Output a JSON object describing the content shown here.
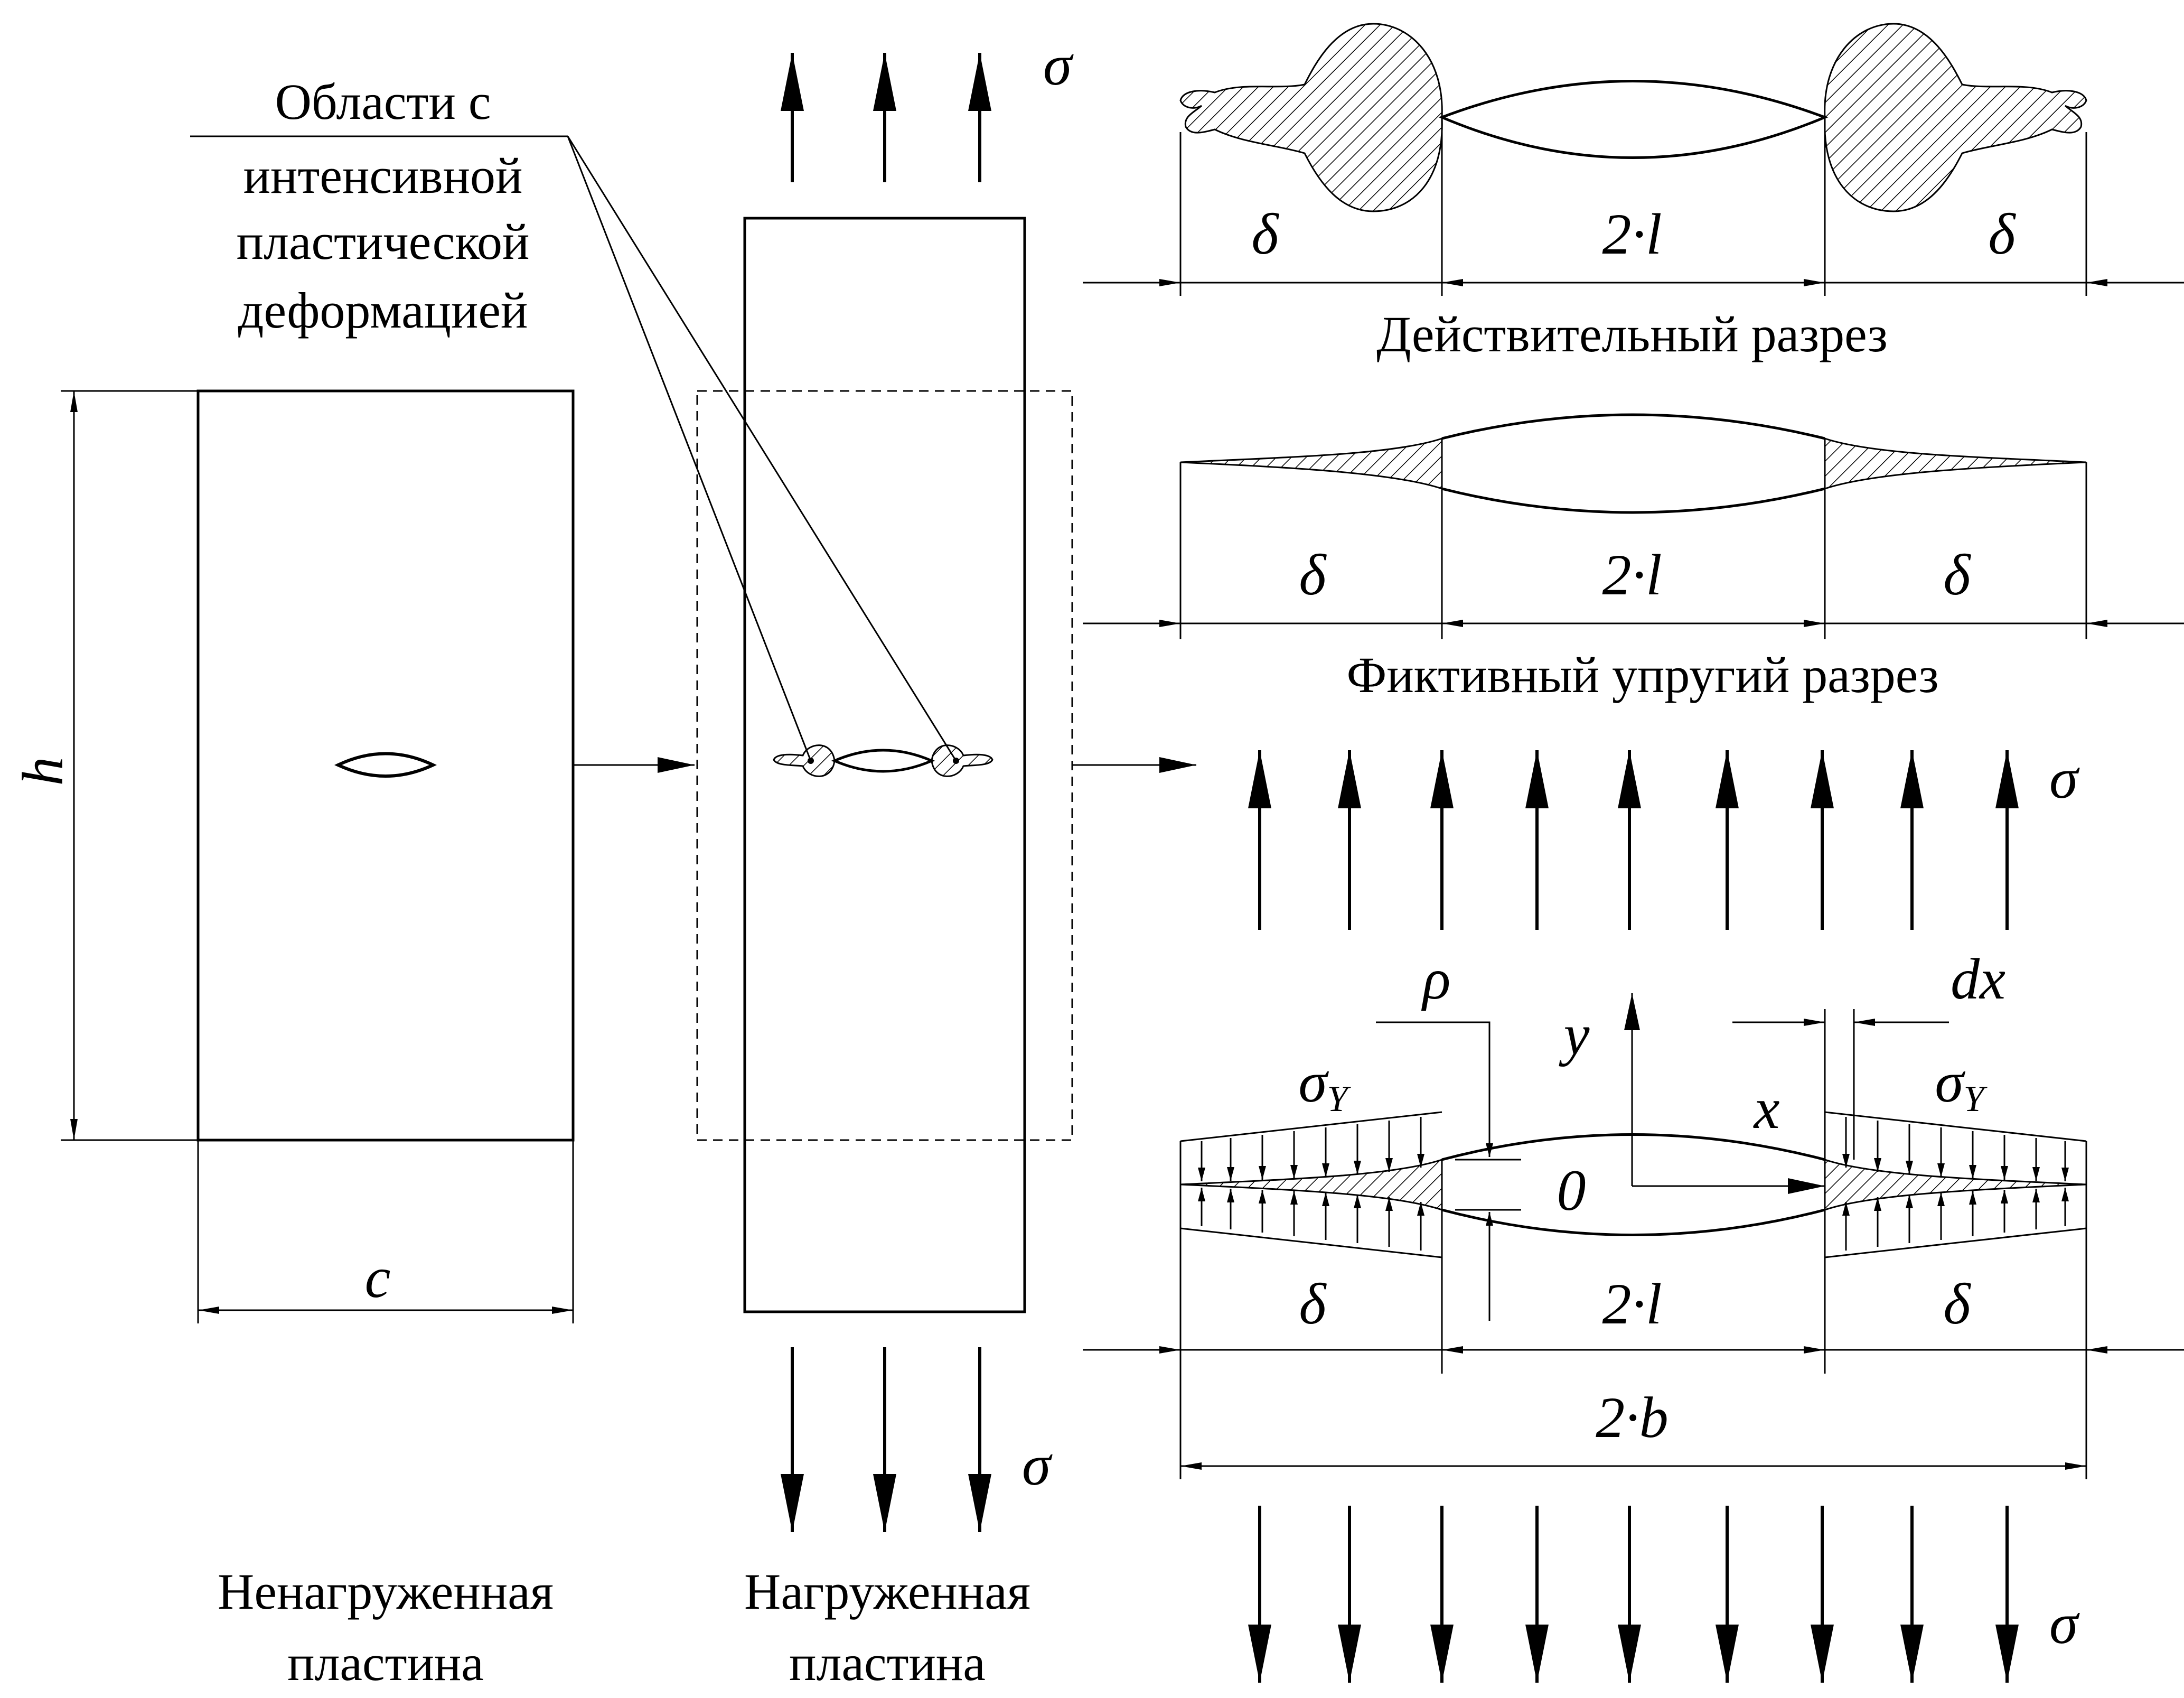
{
  "callout": {
    "line1": "Области с",
    "line2": "интенсивной",
    "line3": "пластической",
    "line4": "деформацией"
  },
  "panels": {
    "unloaded": {
      "line1": "Ненагруженная",
      "line2": "пластина"
    },
    "loaded": {
      "line1": "Нагруженная",
      "line2": "пластина"
    }
  },
  "sections": {
    "actual": "Действительный разрез",
    "fictitious": "Фиктивный упругий разрез"
  },
  "symbols": {
    "sigma": "σ",
    "sigma_y": "σ",
    "sigma_y_sub": "Y",
    "h": "h",
    "c": "c",
    "delta": "δ",
    "two_l": "2·l",
    "two_b": "2·b",
    "rho": "ρ",
    "y": "y",
    "x": "x",
    "zero": "0",
    "dx": "dx"
  }
}
